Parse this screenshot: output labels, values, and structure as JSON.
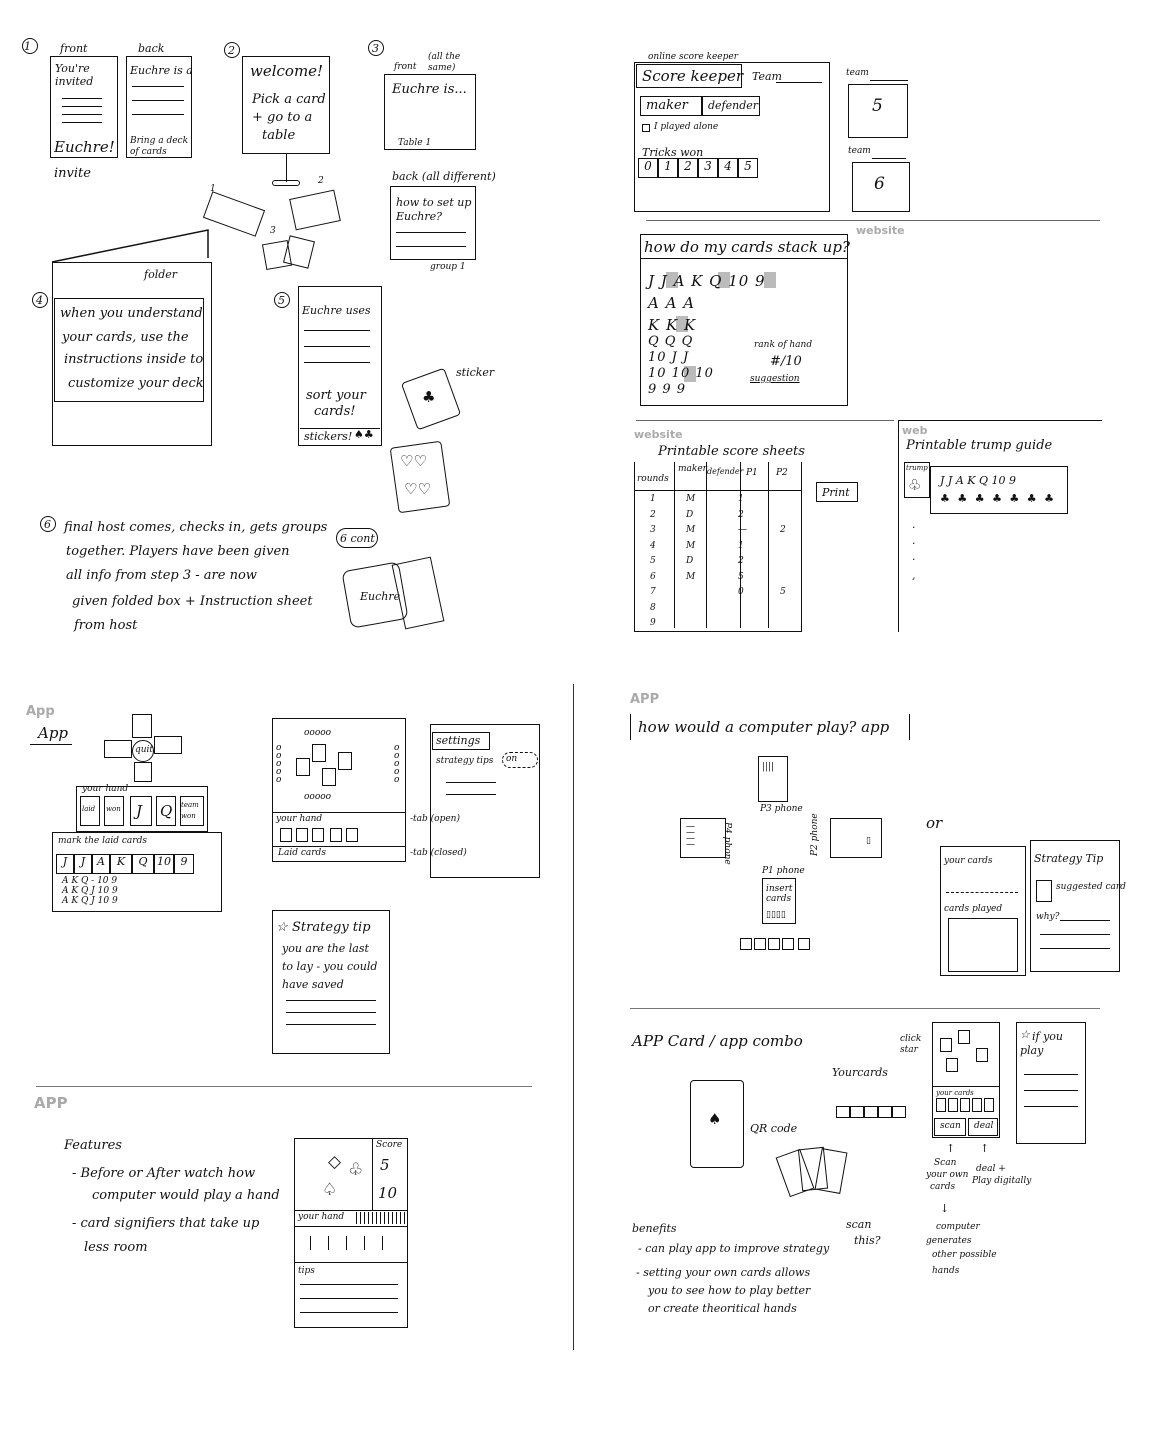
{
  "s1": {
    "step1": "1",
    "front": "front",
    "back": "back",
    "youre_invited": "You're invited",
    "euchre_bang": "Euchre!",
    "euchre_is_a": "Euchre is a",
    "bring_deck": "Bring a deck of cards",
    "invite": "invite",
    "step2": "2",
    "welcome": "welcome!",
    "pick_card": "Pick a card",
    "go_table": "+ go to a",
    "table": "table",
    "n1": "1",
    "n2": "2",
    "n3": "3",
    "step3": "3",
    "front_all": "front",
    "all_same": "(all the same)",
    "euchre_is": "Euchre is...",
    "table1": "Table 1",
    "back_diff": "back (all different)",
    "how_setup": "how to set up",
    "euchre_q": "Euchre?",
    "group1": "group 1",
    "folder": "folder",
    "step4": "4",
    "understand1": "when you understand",
    "understand2": "your cards, use the",
    "understand3": "instructions inside to",
    "understand4": "customize your deck",
    "step5": "5",
    "euchre_uses": "Euchre uses",
    "sort1": "sort your",
    "sort2": "cards!",
    "stickers": "stickers!",
    "sticker": "sticker",
    "step6": "6",
    "s6_1": "final host comes, checks in, gets groups",
    "s6_2": "together. Players have been given",
    "s6_3": "all info from step 3 - are now",
    "s6_4": "given folded box + Instruction sheet",
    "s6_5": "from host",
    "cont": "6 cont",
    "euchre_box": "Euchre"
  },
  "s2": {
    "online": "online score keeper",
    "score_keeper": "Score keeper",
    "team": "Team",
    "maker": "maker",
    "defender": "defender",
    "played_alone": "I played alone",
    "tricks_won": "Tricks won",
    "tricks": [
      "0",
      "1",
      "2",
      "3",
      "4",
      "5"
    ],
    "team_a": "team",
    "score_a": "5",
    "team_b": "team",
    "score_b": "6",
    "website1": "website",
    "how_stack": "how do my cards stack up?",
    "rows": [
      "J J A K Q 10 9",
      "A A A",
      "K K K",
      "Q Q Q",
      "10 J J",
      "10 10 10",
      "9 9 9"
    ],
    "rank": "rank of hand",
    "rank_val": "#/10",
    "suggestion": "suggestion",
    "website2": "website",
    "printable_score": "Printable score sheets",
    "score_headers": [
      "rounds",
      "maker",
      "defender",
      "P1",
      "P2"
    ],
    "rounds": [
      "1",
      "2",
      "3",
      "4",
      "5",
      "6",
      "7",
      "8",
      "9"
    ],
    "makers": [
      "M",
      "D",
      "M",
      "M",
      "D",
      "M"
    ],
    "p1": [
      "1",
      "2",
      "—",
      "1",
      "2",
      "5",
      "0"
    ],
    "p2": [
      "",
      "",
      "2",
      "",
      "",
      "",
      "5"
    ],
    "print": "Print",
    "web": "web",
    "printable_trump": "Printable trump guide",
    "trump": "trump",
    "trump_cards": "J  J  A  K  Q  10  9",
    "clubs_row": "♣ ♣ ♣ ♣ ♣ ♣ ♣"
  },
  "s3": {
    "app_gray": "App",
    "app": "App",
    "quit": "quit",
    "your_hand": "your hand",
    "laid": "laid",
    "won": "won",
    "team_won": "team won",
    "hand_cards": [
      "J",
      "Q"
    ],
    "mark_laid": "mark the laid cards",
    "laid_cards": [
      "J",
      "J",
      "A",
      "K",
      "Q",
      "10",
      "9"
    ],
    "akq1": "A K Q - 10 9",
    "akq2": "A K Q J 10 9",
    "akq3": "A K Q J 10 9",
    "dots_top": "ooooo",
    "dots_bottom": "ooooo",
    "your_hand2": "your hand",
    "laid_cards_lbl": "Laid cards",
    "tab_open": "-tab (open)",
    "tab_closed": "-tab (closed)",
    "settings": "settings",
    "strategy_tips": "strategy tips",
    "on": "on",
    "tip_title": "Strategy tip",
    "tip1": "you are the last",
    "tip2": "to lay - you could",
    "tip3": "have saved",
    "app2": "APP",
    "features": "Features",
    "f1a": "- Before or After watch how",
    "f1b": "computer would play a hand",
    "f2a": "- card signifiers that take up",
    "f2b": "less room",
    "score": "Score",
    "score5": "5",
    "score10": "10",
    "your_hand3": "your hand",
    "tips": "tips"
  },
  "s4": {
    "app": "APP",
    "how_computer": "how would a computer play? app",
    "p3": "P3 phone",
    "p4": "P4 phone",
    "p2": "P2 phone",
    "p1": "P1 phone",
    "insert": "insert",
    "cards": "cards",
    "or": "or",
    "your_cards": "your cards",
    "cards_played": "cards played",
    "strategy_tip": "Strategy Tip",
    "suggested": "suggested card",
    "why": "why?",
    "combo": "APP Card / app combo",
    "yourcards": "Yourcards",
    "qr": "QR code",
    "click": "click star",
    "your_cards2": "your cards",
    "scan": "scan",
    "deal": "deal",
    "if_you": "if you",
    "play": "play",
    "scan_this": "scan",
    "this": "this?",
    "scan_own1": "Scan",
    "scan_own2": "your own",
    "scan_own3": "cards",
    "deal1": "deal +",
    "deal2": "Play digitally",
    "comp1": "computer",
    "comp2": "generates",
    "comp3": "other possible",
    "comp4": "hands",
    "benefits": "benefits",
    "b1": "- can play app to improve strategy",
    "b2": "- setting your own cards allows",
    "b3": "you to see how to play better",
    "b4": "or create theoritical hands"
  }
}
